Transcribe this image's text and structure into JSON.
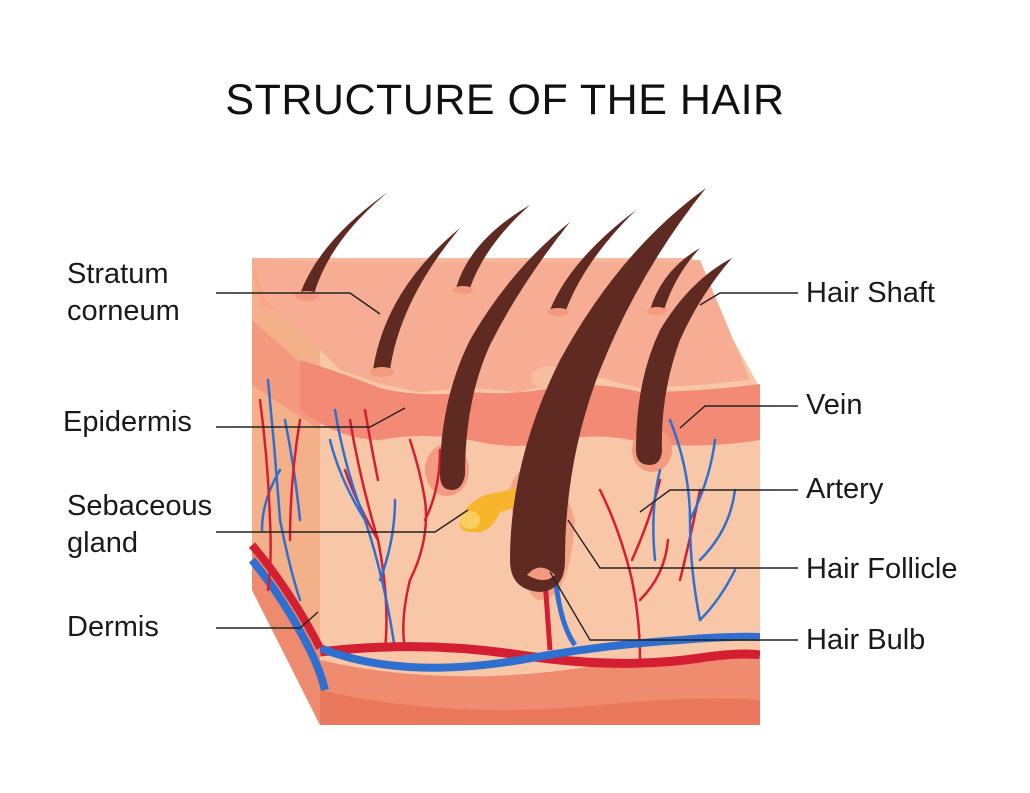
{
  "title": "STRUCTURE OF THE HAIR",
  "labels": {
    "stratum_corneum": [
      "Stratum",
      "corneum"
    ],
    "epidermis": "Epidermis",
    "sebaceous_gland": [
      "Sebaceous",
      "gland"
    ],
    "dermis": "Dermis",
    "hair_shaft": "Hair Shaft",
    "vein": "Vein",
    "artery": "Artery",
    "hair_follicle": "Hair Follicle",
    "hair_bulb": "Hair Bulb"
  },
  "colors": {
    "stratum": "#f7ab90",
    "epidermis_band": "#f28a76",
    "dermis_face": "#f8c7a7",
    "dermis_side": "#f4b189",
    "bottom_band": "#ef8b6e",
    "hair": "#5e2a22",
    "artery": "#d41f33",
    "vein": "#2f6fd0",
    "sebaceous": "#f6b52b",
    "leader_line": "#222222"
  }
}
